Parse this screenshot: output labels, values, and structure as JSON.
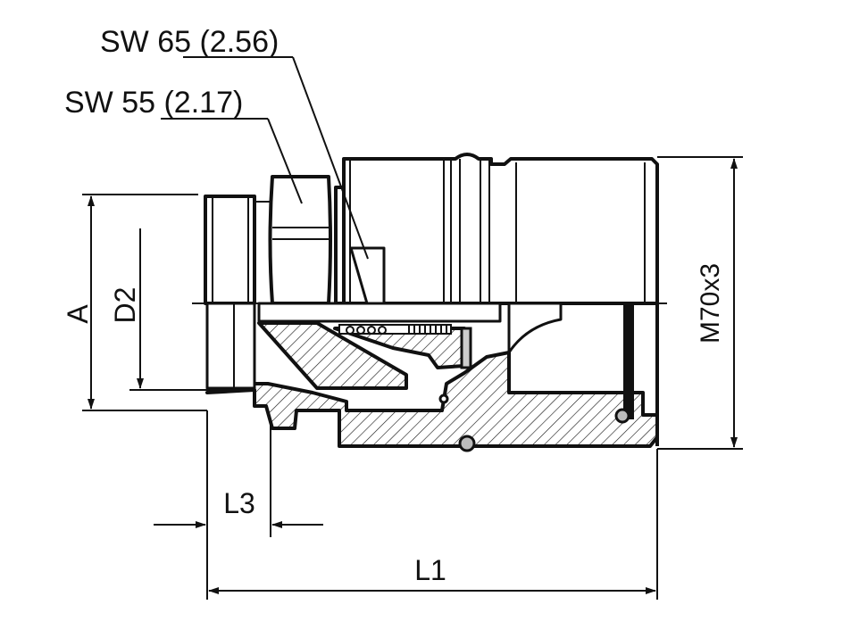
{
  "labels": {
    "sw65": "SW 65 (2.56)",
    "sw55": "SW 55 (2.17)",
    "dim_a": "A",
    "dim_d2": "D2",
    "dim_thread": "M70x3",
    "dim_l3": "L3",
    "dim_l1": "L1"
  }
}
